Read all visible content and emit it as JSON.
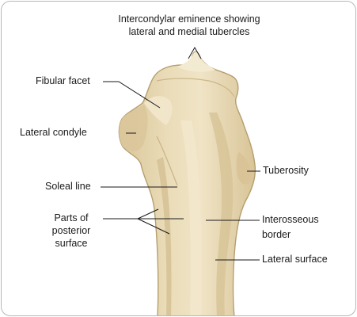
{
  "labels": {
    "intercondylar_line1": "Intercondylar eminence showing",
    "intercondylar_line2": "lateral and medial tubercles",
    "fibular_facet": "Fibular facet",
    "lateral_condyle": "Lateral condyle",
    "tuberosity": "Tuberosity",
    "soleal_line": "Soleal line",
    "parts_line1": "Parts of",
    "parts_line2": "posterior",
    "parts_line3": "surface",
    "interosseous_line1": "Interosseous",
    "interosseous_line2": "border",
    "lateral_surface": "Lateral surface"
  },
  "colors": {
    "bone_fill": "#e6d6b0",
    "bone_shadow": "#cdb98c",
    "bone_highlight": "#f3ead2",
    "leader_line": "#1a1a1a",
    "frame_border": "#b7b7b7"
  }
}
